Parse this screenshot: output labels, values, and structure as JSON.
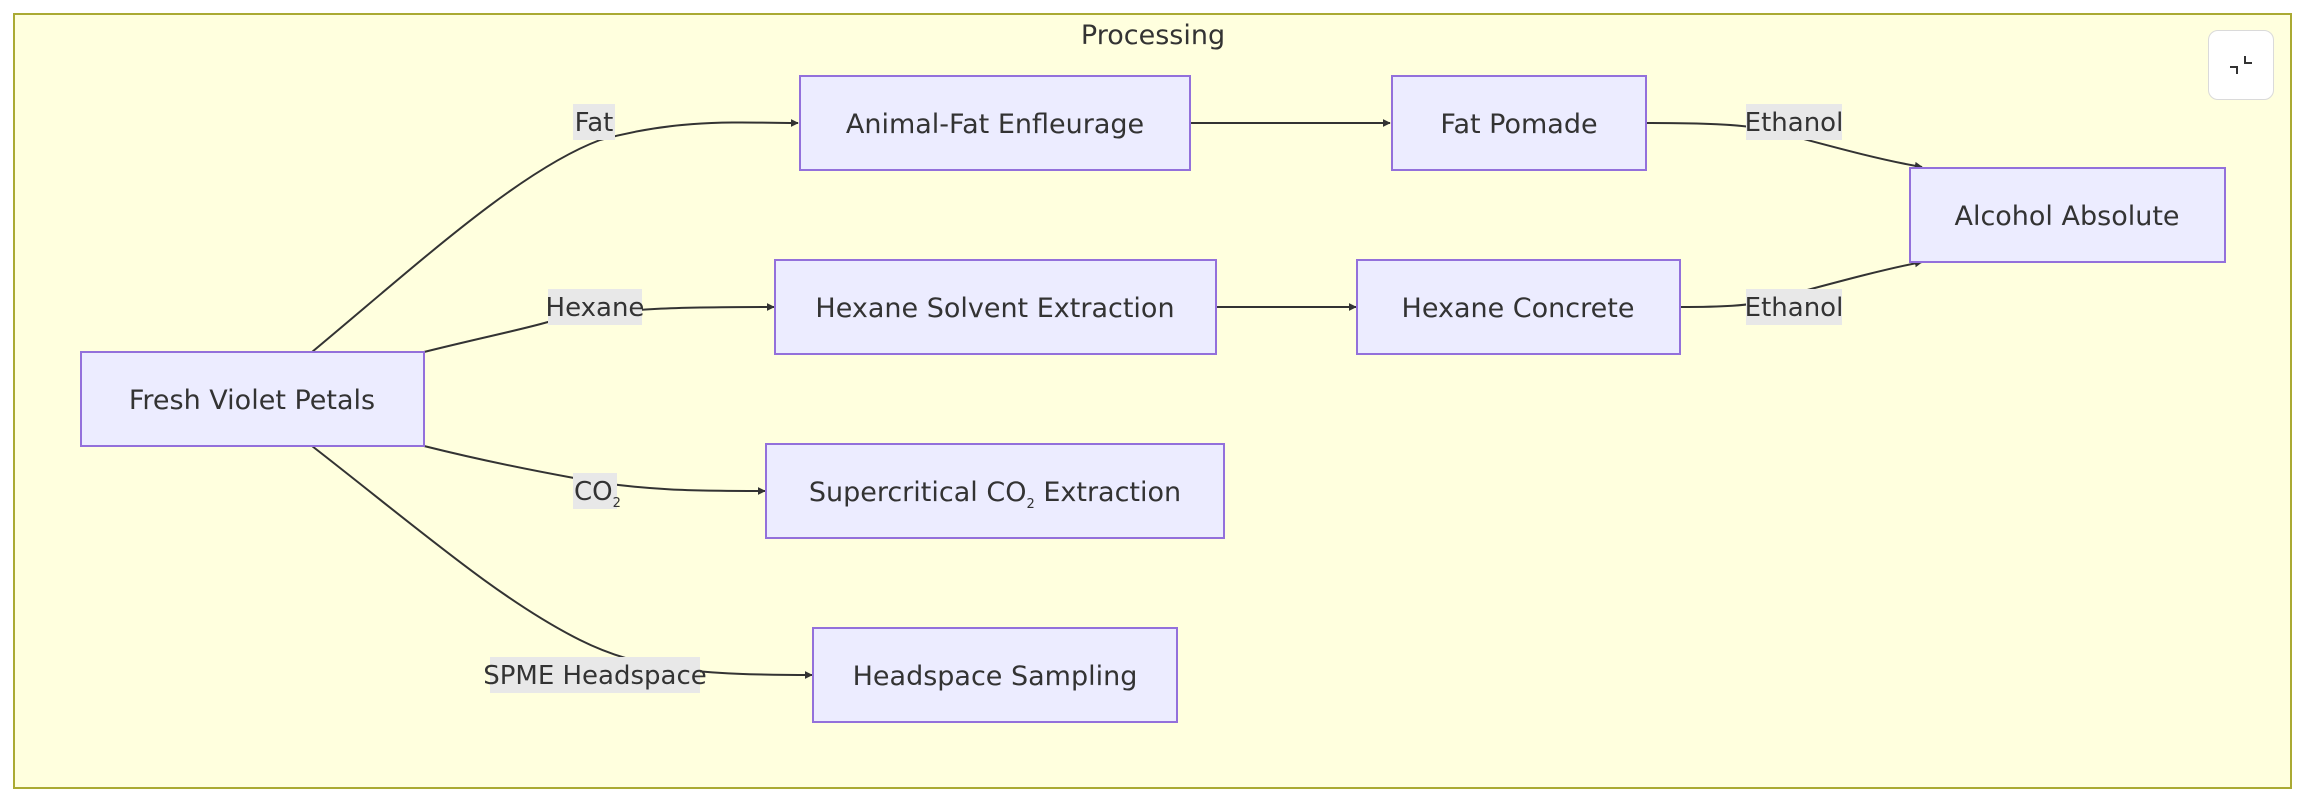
{
  "cluster": {
    "title": "Processing"
  },
  "nodes": {
    "fresh_violet_petals": "Fresh Violet Petals",
    "animal_fat_enfleurage": "Animal-Fat Enfleurage",
    "fat_pomade": "Fat Pomade",
    "alcohol_absolute": "Alcohol Absolute",
    "hexane_solvent_extraction": "Hexane Solvent Extraction",
    "hexane_concrete": "Hexane Concrete",
    "supercritical_pre": "Supercritical CO",
    "supercritical_sub": "2",
    "supercritical_post": " Extraction",
    "headspace_sampling": "Headspace Sampling"
  },
  "edges": {
    "fat": "Fat",
    "hexane": "Hexane",
    "co2_main": "CO",
    "co2_sub": "2",
    "spme_headspace": "SPME Headspace",
    "ethanol_pomade": "Ethanol",
    "ethanol_concrete": "Ethanol"
  },
  "controls": {
    "collapse_icon": "collapse-icon"
  },
  "colors": {
    "cluster_fill": "#ffffde",
    "cluster_stroke": "#aaaa33",
    "node_fill": "#ececff",
    "node_stroke": "#9370db",
    "edge": "#333333",
    "edge_label_bg": "#e8e8e8"
  }
}
